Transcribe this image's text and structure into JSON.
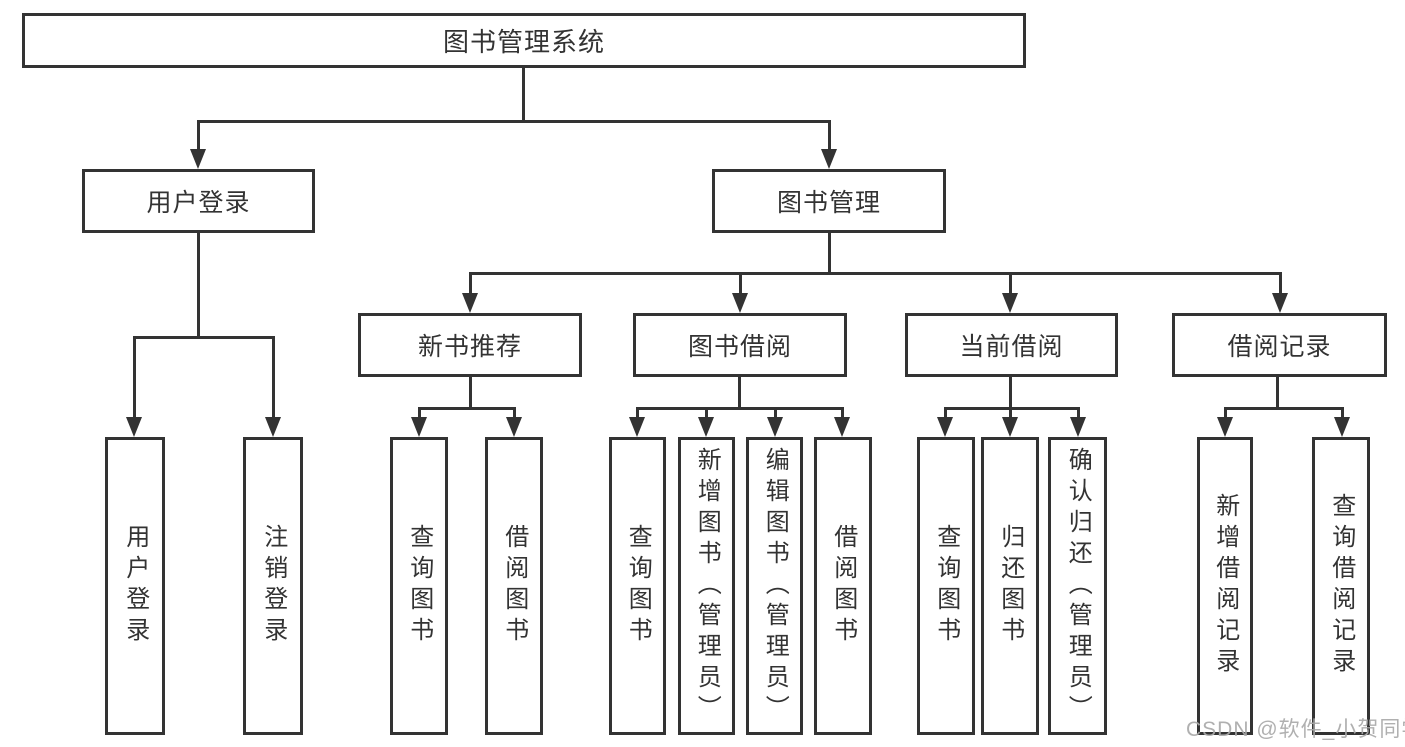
{
  "diagram": {
    "type": "hierarchy-tree",
    "title": "图书管理系统",
    "tree": {
      "label": "图书管理系统",
      "children": [
        {
          "label": "用户登录",
          "children": [
            {
              "label": "用户登录"
            },
            {
              "label": "注销登录"
            }
          ]
        },
        {
          "label": "图书管理",
          "children": [
            {
              "label": "新书推荐",
              "children": [
                {
                  "label": "查询图书"
                },
                {
                  "label": "借阅图书"
                }
              ]
            },
            {
              "label": "图书借阅",
              "children": [
                {
                  "label": "查询图书"
                },
                {
                  "label": "新增图书（管理员）"
                },
                {
                  "label": "编辑图书（管理员）"
                },
                {
                  "label": "借阅图书"
                }
              ]
            },
            {
              "label": "当前借阅",
              "children": [
                {
                  "label": "查询图书"
                },
                {
                  "label": "归还图书"
                },
                {
                  "label": "确认归还（管理员）"
                }
              ]
            },
            {
              "label": "借阅记录",
              "children": [
                {
                  "label": "新增借阅记录"
                },
                {
                  "label": "查询借阅记录"
                }
              ]
            }
          ]
        }
      ]
    }
  },
  "watermark": {
    "text": "CSDN @软件_小贺同学"
  },
  "colors": {
    "line": "#333333",
    "text": "#333333",
    "background": "#ffffff",
    "watermark": "#aaaaaa"
  }
}
